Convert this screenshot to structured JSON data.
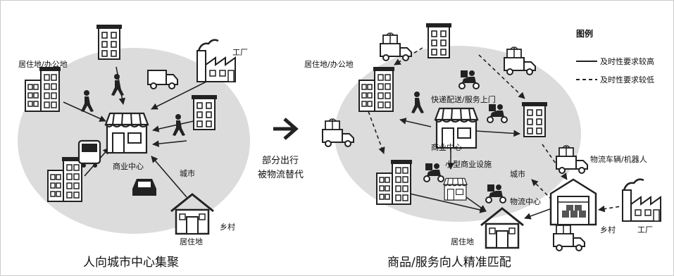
{
  "left_panel": {
    "caption": "人向城市中心集聚",
    "label_residential": "居住地/办公地",
    "label_factory": "工厂",
    "label_commercial": "商业中心",
    "label_city": "城市",
    "label_village": "乡村",
    "label_residence": "居住地"
  },
  "middle": {
    "line1": "部分出行",
    "line2": "被物流替代"
  },
  "right_panel": {
    "caption": "商品/服务向人精准匹配",
    "label_residential": "居住地/办公地",
    "label_express": "快递配送/服务上门",
    "label_commercial": "商业中心",
    "label_small_commercial": "小型商业设施",
    "label_city": "城市",
    "label_logistics_center": "物流中心",
    "label_vehicle": "物流车辆/机器人",
    "label_village": "乡村",
    "label_factory": "工厂",
    "label_residence": "居住地"
  },
  "legend": {
    "title": "图例",
    "solid": "及时性要求较高",
    "dashed": "及时性要求较低"
  }
}
